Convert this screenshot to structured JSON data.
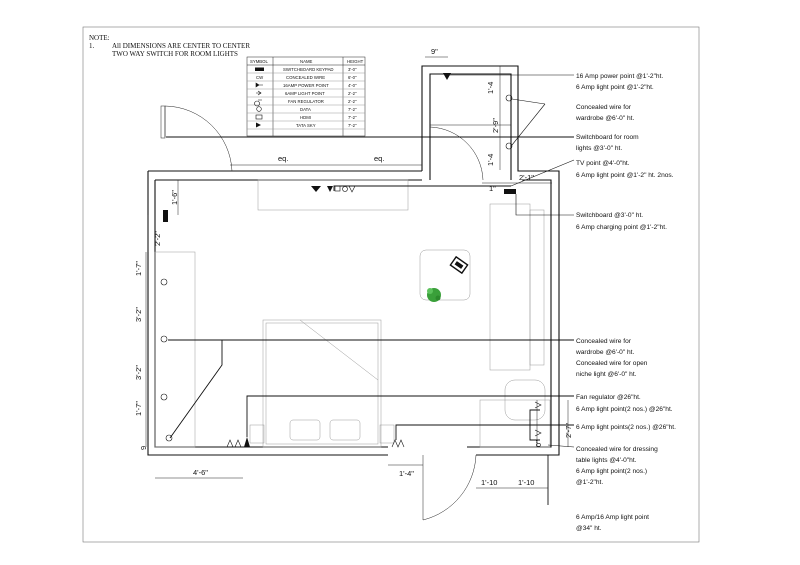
{
  "notes": {
    "title": "NOTE:",
    "item_number": "1.",
    "line1": "All DIMENSIONS ARE CENTER TO CENTER",
    "line2": "TWO WAY SWITCH FOR ROOM LIGHTS"
  },
  "legend": {
    "headers": [
      "SYMBOL",
      "NAME",
      "HEIGHT"
    ],
    "rows": [
      {
        "name": "SWITCHBOARD KEYPAD",
        "height": "3'-0\"",
        "icon": "switchboard-icon"
      },
      {
        "name": "CONCEALED WIRE",
        "height": "6'-0\"",
        "icon": "concealed-wire-icon",
        "symbol": "CW"
      },
      {
        "name": "16AMP POWER POINT",
        "height": "4'-0\"",
        "icon": "power-point-icon"
      },
      {
        "name": "6AMP LIGHT POINT",
        "height": "2'-2\"",
        "icon": "light-point-icon"
      },
      {
        "name": "FAN REGULATOR",
        "height": "2'-2\"",
        "icon": "fan-regulator-icon"
      },
      {
        "name": "DATA",
        "height": "7'-2\"",
        "icon": "data-icon"
      },
      {
        "name": "HDMI",
        "height": "7'-2\"",
        "icon": "hdmi-icon"
      },
      {
        "name": "TATA SKY",
        "height": "7'-2\"",
        "icon": "tata-sky-icon"
      }
    ]
  },
  "dimensions": {
    "top_9": "9\"",
    "v_1_4_5": "1'-4",
    "v_2_9": "2'-9\"",
    "v_1_4_5b": "1'-4",
    "eq_left": "eq.",
    "eq_right": "eq.",
    "d_1in": "1\"",
    "d_2_1": "2'-1\"",
    "d_1_6": "1'-6\"",
    "d_2_2": "2'-2\"",
    "d_1_7_top": "1'-7\"",
    "d_3_2_top": "3'-2\"",
    "d_3_2_bot": "3'-2\"",
    "d_1_7_bot": "1'-7\"",
    "d_9_half": "9",
    "d_4_6": "4'-6\"",
    "d_1_4": "1'-4\"",
    "d_1_10_a": "1'-10",
    "d_1_10_b": "1'-10",
    "d_0": "0\"",
    "d_2_7": "2'-7\""
  },
  "annotations": [
    {
      "lines": [
        "16 Amp power point @1'-2\"ht.",
        "6 Amp light point @1'-2\"ht."
      ]
    },
    {
      "lines": [
        "Concealed wire for",
        "wardrobe @6'-0\" ht."
      ]
    },
    {
      "lines": [
        "Switchboard for room",
        "lights @3'-0\" ht."
      ]
    },
    {
      "lines": [
        "TV point @4'-0\"ht.",
        "6 Amp light point @1'-2\" ht. 2nos."
      ]
    },
    {
      "lines": [
        "Switchboard @3'-0\" ht.",
        "6 Amp charging point @1'-2\"ht."
      ]
    },
    {
      "lines": [
        "Concealed wire for",
        "wardrobe @6'-0\" ht.",
        "Concealed wire for open",
        "niche light @6'-0\" ht."
      ]
    },
    {
      "lines": [
        "Fan regulator @26\"ht.",
        "6 Amp light point(2 nos.) @26\"ht."
      ]
    },
    {
      "lines": [
        "6 Amp light points(2 nos.) @26\"ht."
      ]
    },
    {
      "lines": [
        "Concealed wire for dressing",
        "table lights @4'-0\"ht.",
        "6 Amp light point(2 nos.)",
        "@1'-2\"ht."
      ]
    },
    {
      "lines": [
        "6 Amp/16 Amp light point",
        "@34\" ht."
      ]
    }
  ],
  "colors": {
    "line": "#111111",
    "plant": "#3aa03a",
    "paper": "#ffffff"
  }
}
